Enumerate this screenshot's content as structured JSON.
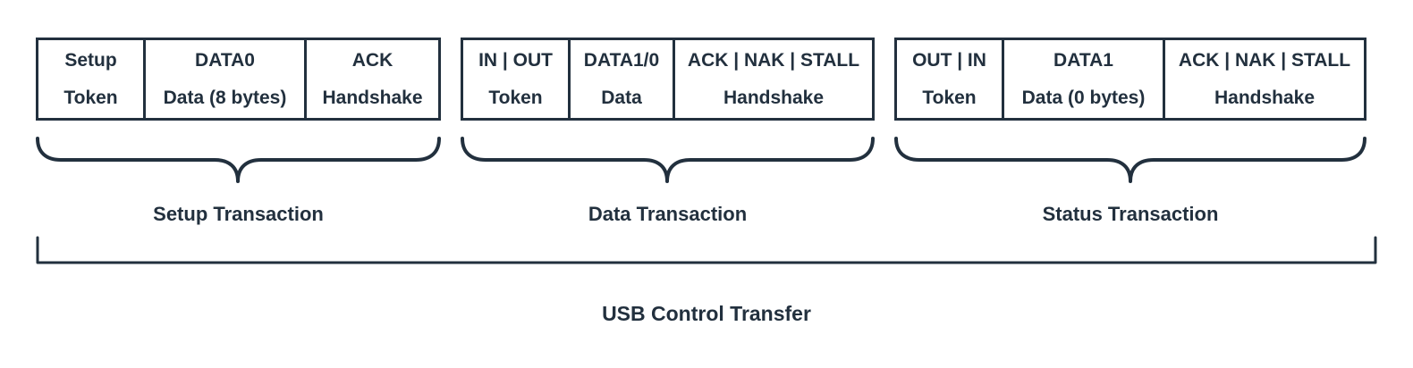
{
  "diagram": {
    "title": "USB Control Transfer",
    "colors": {
      "ink": "#22303e",
      "background": "#ffffff"
    },
    "icons": {
      "group_brace": "curly-brace-icon",
      "transfer_bracket": "square-bracket-icon"
    },
    "transactions": [
      {
        "label": "Setup Transaction",
        "packets": [
          {
            "name": "Setup",
            "type": "Token"
          },
          {
            "name": "DATA0",
            "type": "Data (8 bytes)"
          },
          {
            "name": "ACK",
            "type": "Handshake"
          }
        ]
      },
      {
        "label": "Data Transaction",
        "packets": [
          {
            "name": "IN | OUT",
            "type": "Token"
          },
          {
            "name": "DATA1/0",
            "type": "Data"
          },
          {
            "name": "ACK | NAK | STALL",
            "type": "Handshake"
          }
        ]
      },
      {
        "label": "Status Transaction",
        "packets": [
          {
            "name": "OUT | IN",
            "type": "Token"
          },
          {
            "name": "DATA1",
            "type": "Data (0 bytes)"
          },
          {
            "name": "ACK | NAK | STALL",
            "type": "Handshake"
          }
        ]
      }
    ]
  }
}
